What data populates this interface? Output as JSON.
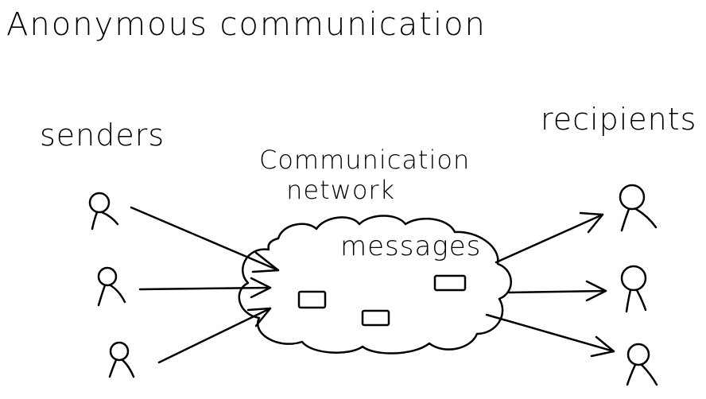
{
  "title": "Anonymous communication",
  "labels": {
    "senders": "senders",
    "recipients": "recipients",
    "network_line1": "Communication",
    "network_line2": "network",
    "messages": "messages"
  },
  "senders": [
    {
      "id": "sender-1"
    },
    {
      "id": "sender-2"
    },
    {
      "id": "sender-3"
    }
  ],
  "recipients": [
    {
      "id": "recipient-1"
    },
    {
      "id": "recipient-2"
    },
    {
      "id": "recipient-3"
    }
  ],
  "message_count": 3,
  "colors": {
    "ink": "#000000",
    "background": "#ffffff"
  }
}
